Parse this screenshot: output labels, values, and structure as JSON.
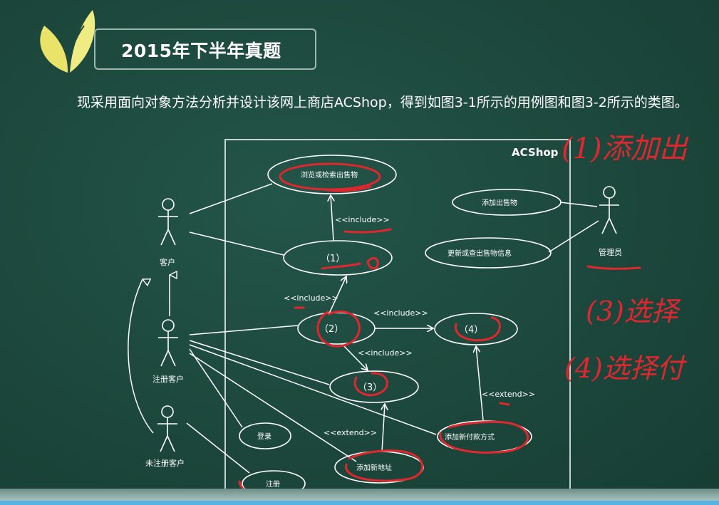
{
  "header": {
    "title": "2015年下半年真题"
  },
  "intro": {
    "text": "现采用面向对象方法分析并设计该网上商店ACShop，得到如图3-1所示的用例图和图3-2所示的类图。"
  },
  "diagram": {
    "system_name": "ACShop",
    "actors": {
      "customer": "客户",
      "registered_customer": "注册客户",
      "unregistered_customer": "未注册客户",
      "admin": "管理员"
    },
    "use_cases": {
      "browse_search": "浏览或检索出售物",
      "uc1": "（1）",
      "uc2": "（2）",
      "uc3": "（3）",
      "uc4": "（4）",
      "add_item": "添加出售物",
      "update_item": "更新或查出售物信息",
      "login": "登录",
      "register": "注册",
      "add_address": "添加新地址",
      "add_payment": "添加新付款方式"
    },
    "relations": {
      "include_top": "<<include>>",
      "include_left": "<<include>>",
      "include_right": "<<include>>",
      "include_down": "<<include>>",
      "extend_address": "<<extend>>",
      "extend_payment": "<<extend>>"
    }
  },
  "annotations": {
    "note1": "(1)添加出",
    "note3": "(3)选择",
    "note4": "(4)选择付"
  },
  "colors": {
    "board": "#1e4a3f",
    "chalk": "#ffffff",
    "pen": "#e0262e",
    "leaf": "#e9e36a"
  }
}
